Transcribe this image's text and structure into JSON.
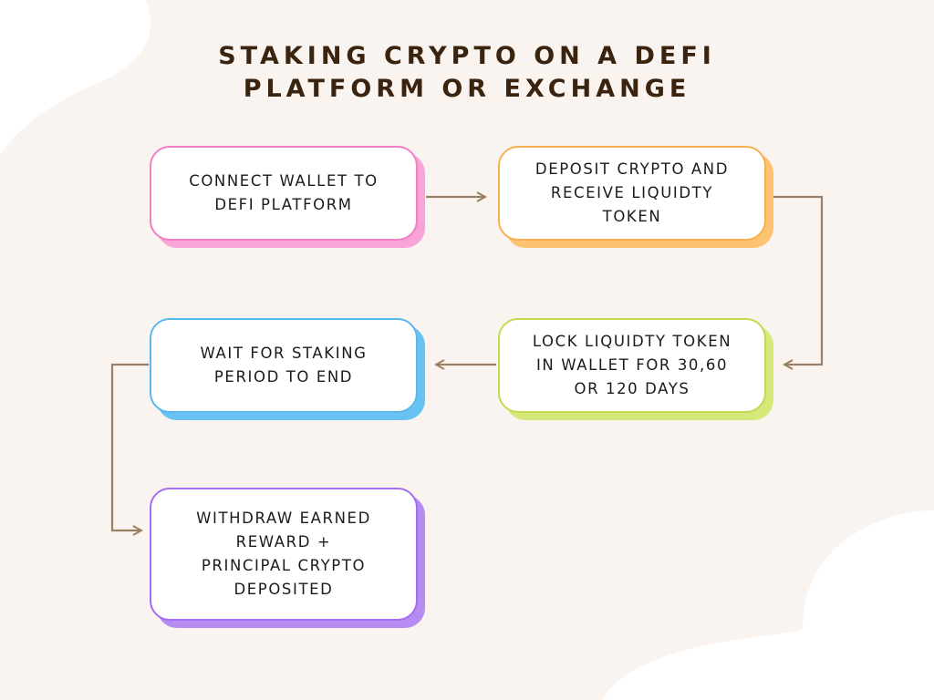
{
  "title": [
    "STAKING CRYPTO ON A DEFI",
    "PLATFORM OR EXCHANGE"
  ],
  "colors": {
    "background": "#f9f4ef",
    "title": "#3a230f",
    "arrow": "#9b8063"
  },
  "steps": [
    {
      "lines": [
        "CONNECT WALLET TO",
        "DEFI PLATFORM"
      ],
      "border": "#f27ec4",
      "shadow": "#f8a4d8"
    },
    {
      "lines": [
        "DEPOSIT CRYPTO AND",
        "RECEIVE LIQUIDTY",
        "TOKEN"
      ],
      "border": "#f7b04f",
      "shadow": "#fcc373"
    },
    {
      "lines": [
        "LOCK LIQUIDTY TOKEN",
        "IN WALLET FOR 30,60",
        "OR 120 DAYS"
      ],
      "border": "#c4d94f",
      "shadow": "#d4e97a"
    },
    {
      "lines": [
        "WAIT FOR STAKING",
        "PERIOD TO END"
      ],
      "border": "#5ab9ec",
      "shadow": "#68c3f2"
    },
    {
      "lines": [
        "WITHDRAW EARNED",
        "REWARD +",
        "PRINCIPAL CRYPTO",
        "DEPOSITED"
      ],
      "border": "#a56ef0",
      "shadow": "#b68cf2"
    }
  ]
}
